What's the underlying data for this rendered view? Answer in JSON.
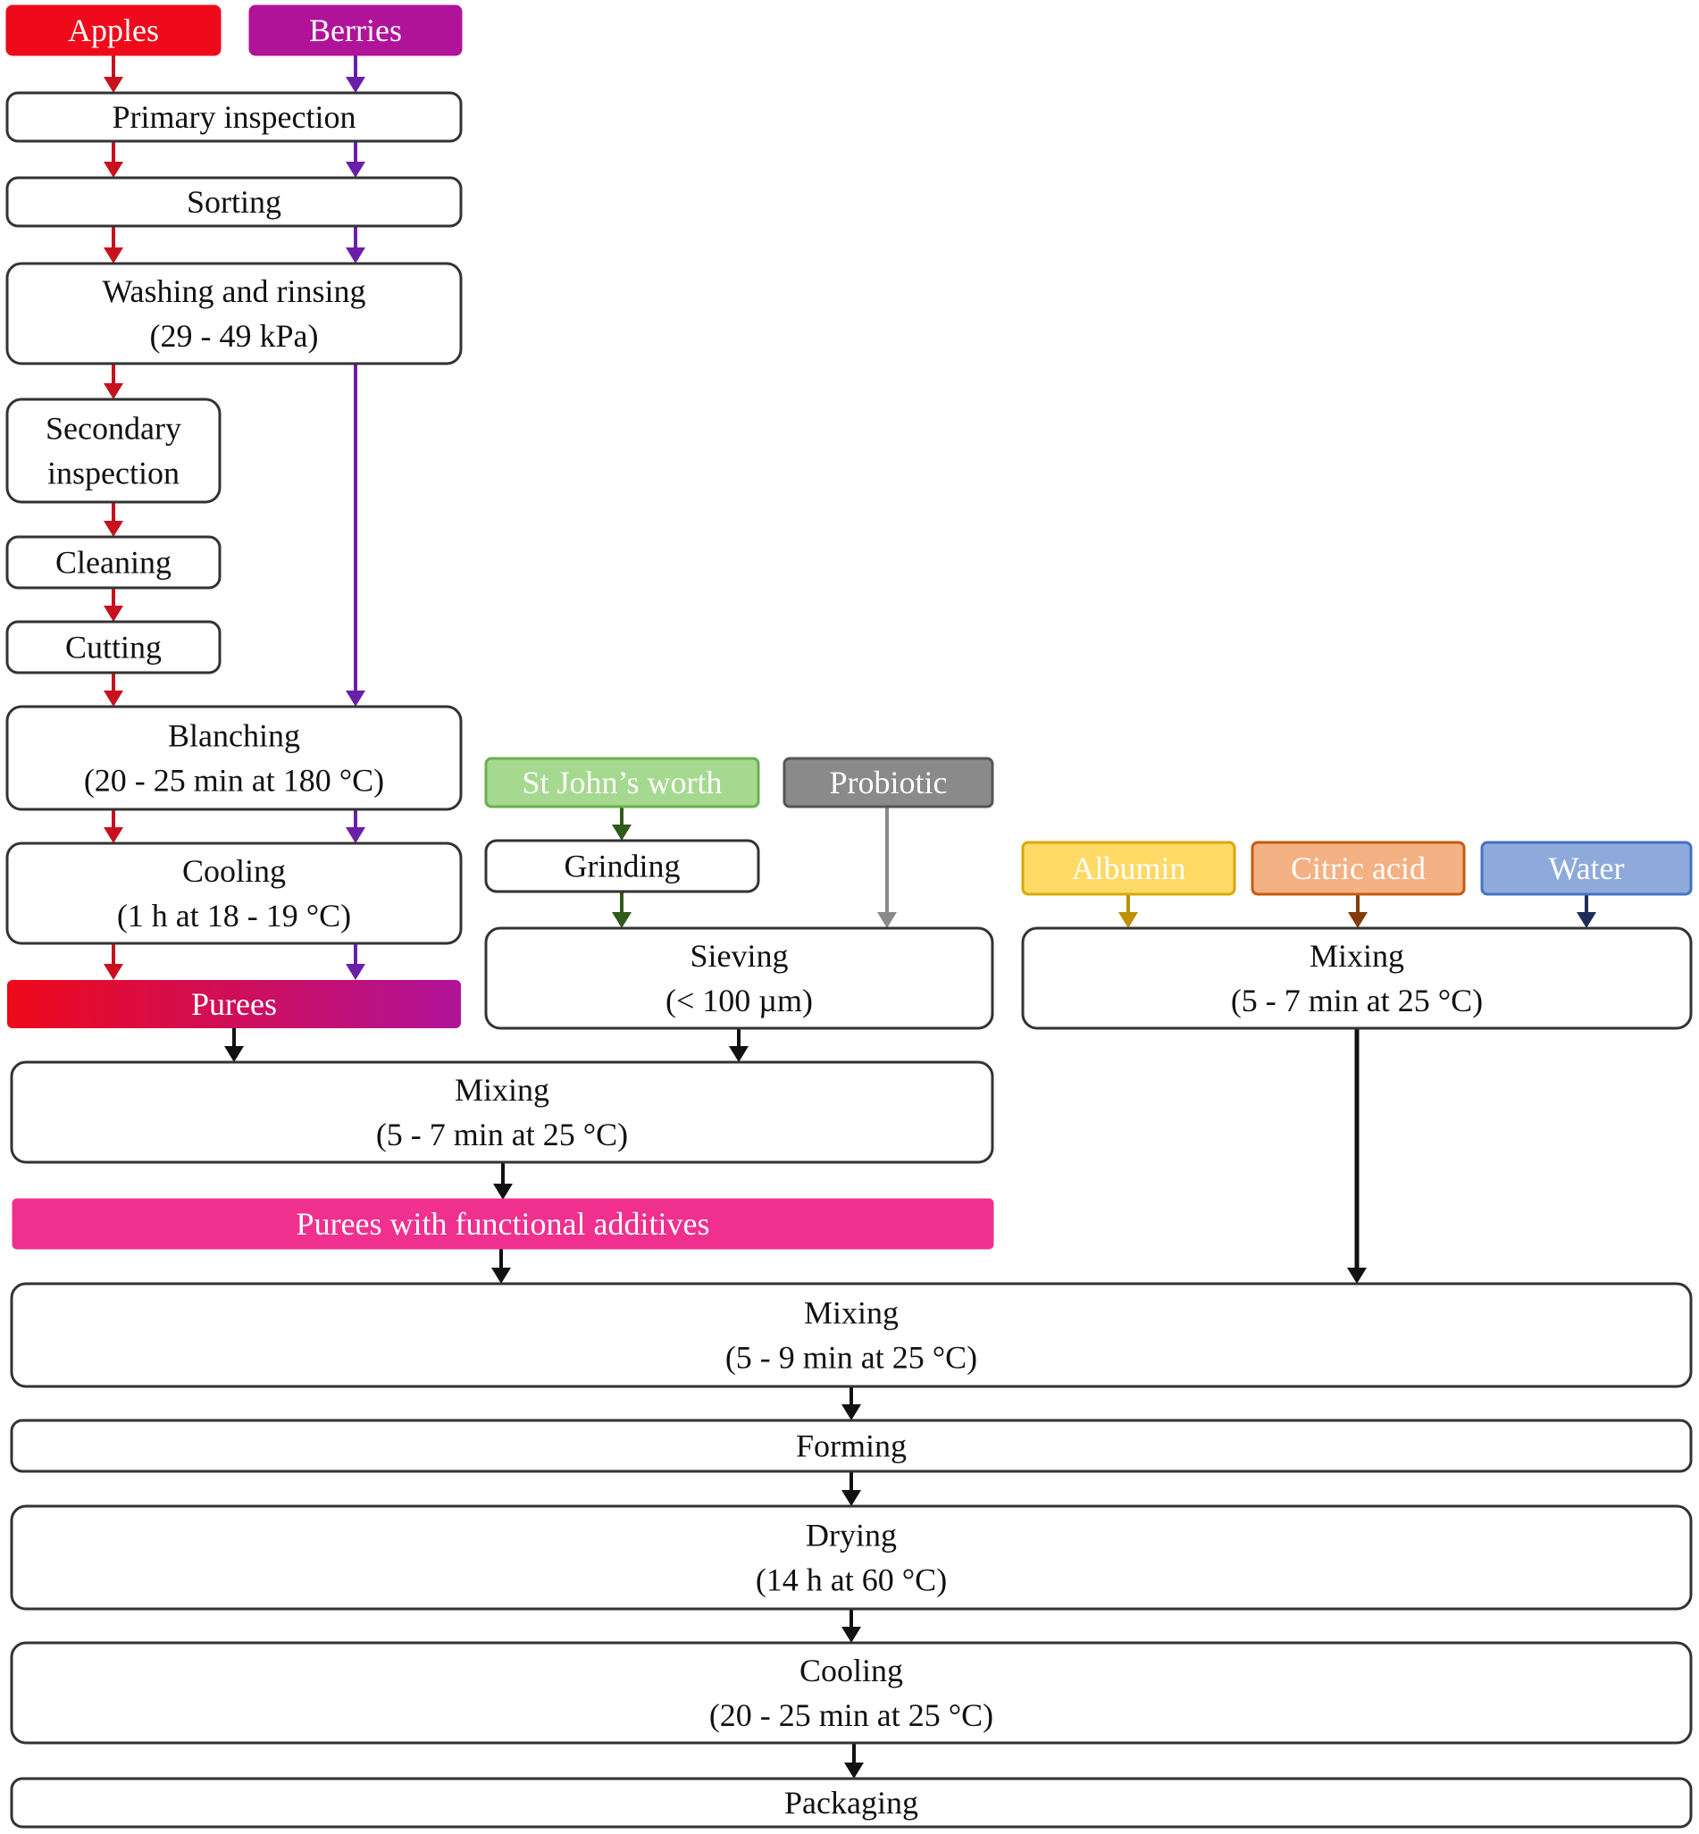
{
  "colors": {
    "apples": "#ee0a1a",
    "berries": "#b0139a",
    "apple_arrow": "#c8101e",
    "berry_arrow": "#6a1fa8",
    "stjohns_fill": "#a5d98f",
    "stjohns_border": "#6bb04f",
    "stjohns_arrow": "#2e5a1a",
    "probiotic_fill": "#8a8a8a",
    "probiotic_border": "#555555",
    "probiotic_arrow": "#8a8a8a",
    "albumin_fill": "#ffd966",
    "albumin_border": "#d9a800",
    "albumin_arrow": "#bf8f00",
    "citric_fill": "#f4b183",
    "citric_border": "#c55a11",
    "citric_arrow": "#843c0c",
    "water_fill": "#8eaadb",
    "water_border": "#4472c4",
    "water_arrow": "#1f2d5a",
    "additives_fill": "#f0308f",
    "box_border": "#333333",
    "flow_arrow": "#111111"
  },
  "nodes": {
    "apples": {
      "lines": [
        "Apples"
      ]
    },
    "berries": {
      "lines": [
        "Berries"
      ]
    },
    "primary_inspection": {
      "lines": [
        "Primary  inspection"
      ]
    },
    "sorting": {
      "lines": [
        "Sorting"
      ]
    },
    "washing": {
      "lines": [
        "Washing  and rinsing",
        "(29 - 49 kPa)"
      ]
    },
    "secondary_inspection": {
      "lines": [
        "Secondary",
        "inspection"
      ]
    },
    "cleaning": {
      "lines": [
        "Cleaning"
      ]
    },
    "cutting": {
      "lines": [
        "Cutting"
      ]
    },
    "blanching": {
      "lines": [
        "Blanching",
        "(20 - 25 min  at 180 °C)"
      ]
    },
    "cooling1": {
      "lines": [
        "Cooling",
        "(1 h at 18 - 19 °C)"
      ]
    },
    "purees": {
      "lines": [
        "Purees"
      ]
    },
    "st_johns_worth": {
      "lines": [
        "St John’s  worth"
      ]
    },
    "probiotic": {
      "lines": [
        "Probiotic"
      ]
    },
    "grinding": {
      "lines": [
        "Grinding"
      ]
    },
    "sieving": {
      "lines": [
        "Sieving",
        "(< 100 µm)"
      ]
    },
    "albumin": {
      "lines": [
        "Albumin"
      ]
    },
    "citric_acid": {
      "lines": [
        "Citric  acid"
      ]
    },
    "water": {
      "lines": [
        "Water"
      ]
    },
    "mixing_right": {
      "lines": [
        "Mixing",
        "(5 - 7 min  at 25 °C)"
      ]
    },
    "mixing_mid": {
      "lines": [
        "Mixing",
        "(5 - 7 min  at 25 °C)"
      ]
    },
    "purees_functional": {
      "lines": [
        "Purees  with  functional  additives"
      ]
    },
    "mixing_main": {
      "lines": [
        "Mixing",
        "(5 - 9 min  at 25 °C)"
      ]
    },
    "forming": {
      "lines": [
        "Forming"
      ]
    },
    "drying": {
      "lines": [
        "Drying",
        "(14 h at 60 °C)"
      ]
    },
    "cooling2": {
      "lines": [
        "Cooling",
        "(20 - 25 min  at 25 °C)"
      ]
    },
    "packaging": {
      "lines": [
        "Packaging"
      ]
    }
  }
}
